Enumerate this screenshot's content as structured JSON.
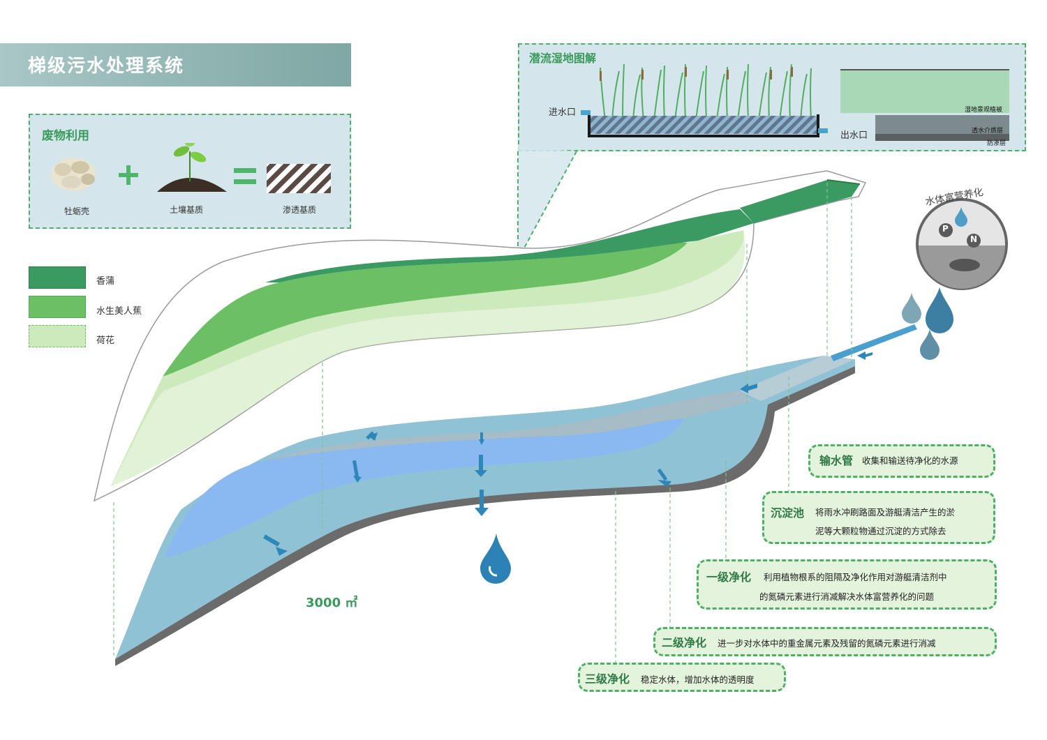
{
  "title": "梯级污水处理系统",
  "waste_utilization": {
    "title": "废物利用",
    "items": [
      "牡蛎壳",
      "土壤基质",
      "渗透基质"
    ],
    "plus": "+",
    "equals": "="
  },
  "wetland_diagram": {
    "title": "潜流湿地图解",
    "inlet": "进水口",
    "outlet": "出水口",
    "layers": [
      "湿地景观植被",
      "透水介质层",
      "防渗层"
    ]
  },
  "legend": [
    {
      "label": "香蒲",
      "color": "#3a9a62"
    },
    {
      "label": "水生美人蕉",
      "color": "#6cc063"
    },
    {
      "label": "荷花",
      "color": "#cdeabd"
    }
  ],
  "eutrophication": {
    "label": "水体富营养化",
    "elements": [
      "P",
      "N"
    ]
  },
  "area": "3000 ㎡",
  "annotations": [
    {
      "head": "输水管",
      "body": "收集和输送待净化的水源"
    },
    {
      "head": "沉淀池",
      "body": "将雨水冲刷路面及游艇清洁产生的淤",
      "body2": "泥等大颗粒物通过沉淀的方式除去"
    },
    {
      "head": "一级净化",
      "body": "利用植物根系的阻隔及净化作用对游艇清洁剂中",
      "body2": "的氮磷元素进行消减解决水体富营养化的问题"
    },
    {
      "head": "二级净化",
      "body": "进一步对水体中的重金属元素及残留的氮磷元素进行消减"
    },
    {
      "head": "三级净化",
      "body": "稳定水体，增加水体的透明度"
    }
  ],
  "colors": {
    "accent_green": "#4fae68",
    "water_blue": "#8fc2d4",
    "water_mid": "#8ab8f0",
    "panel_bg": "#d4e6ec"
  }
}
